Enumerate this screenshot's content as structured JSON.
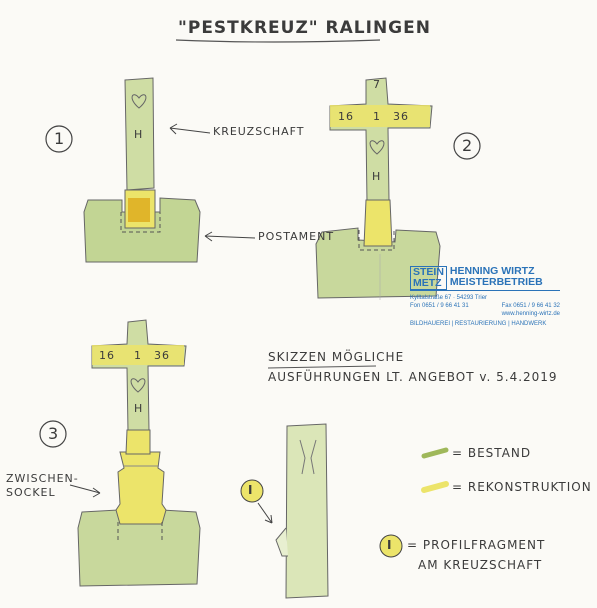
{
  "title": "\"PESTKREUZ\" RALINGEN",
  "variants": [
    {
      "number": "1"
    },
    {
      "number": "2"
    },
    {
      "number": "3"
    }
  ],
  "labels": {
    "kreuzschaft": "KREUZSCHAFT",
    "postament": "POSTAMENT",
    "zwischensockel_1": "ZWISCHEN-",
    "zwischensockel_2": "SOCKEL"
  },
  "cross_inscription": {
    "left": "16",
    "mid": "1",
    "right": "36",
    "top": "7",
    "shaft_letter": "H"
  },
  "stamp": {
    "name_left_top": "STEIN",
    "name_left_bottom": "METZ",
    "name_right_top": "HENNING WIRTZ",
    "name_right_bottom": "MEISTERBETRIEB",
    "address_line": "Kylltalstraße 67 · 54293 Trier",
    "fon": "Fon 0651 / 9 66 41 31",
    "fax": "Fax 0651 / 9 66 41 32",
    "web": "www.henning-wirtz.de",
    "services": "BILDHAUEREI | RESTAURIERUNG | HANDWERK"
  },
  "notes": {
    "line1": "SKIZZEN MÖGLICHE",
    "line2": "AUSFÜHRUNGEN LT. ANGEBOT v. 5.4.2019"
  },
  "legend": {
    "bestand": "= BESTAND",
    "rekonstruktion": "= REKONSTRUKTION",
    "marker": "I",
    "fragment_1": "= PROFILFRAGMENT",
    "fragment_2": "AM KREUZSCHAFT"
  },
  "colors": {
    "bestand": "#b9cf86",
    "rekonstruktion": "#ece46a",
    "rekonstruktion_dark": "#e0b52a",
    "pencil": "#6a6a6a",
    "stamp_blue": "#2b73b8"
  }
}
